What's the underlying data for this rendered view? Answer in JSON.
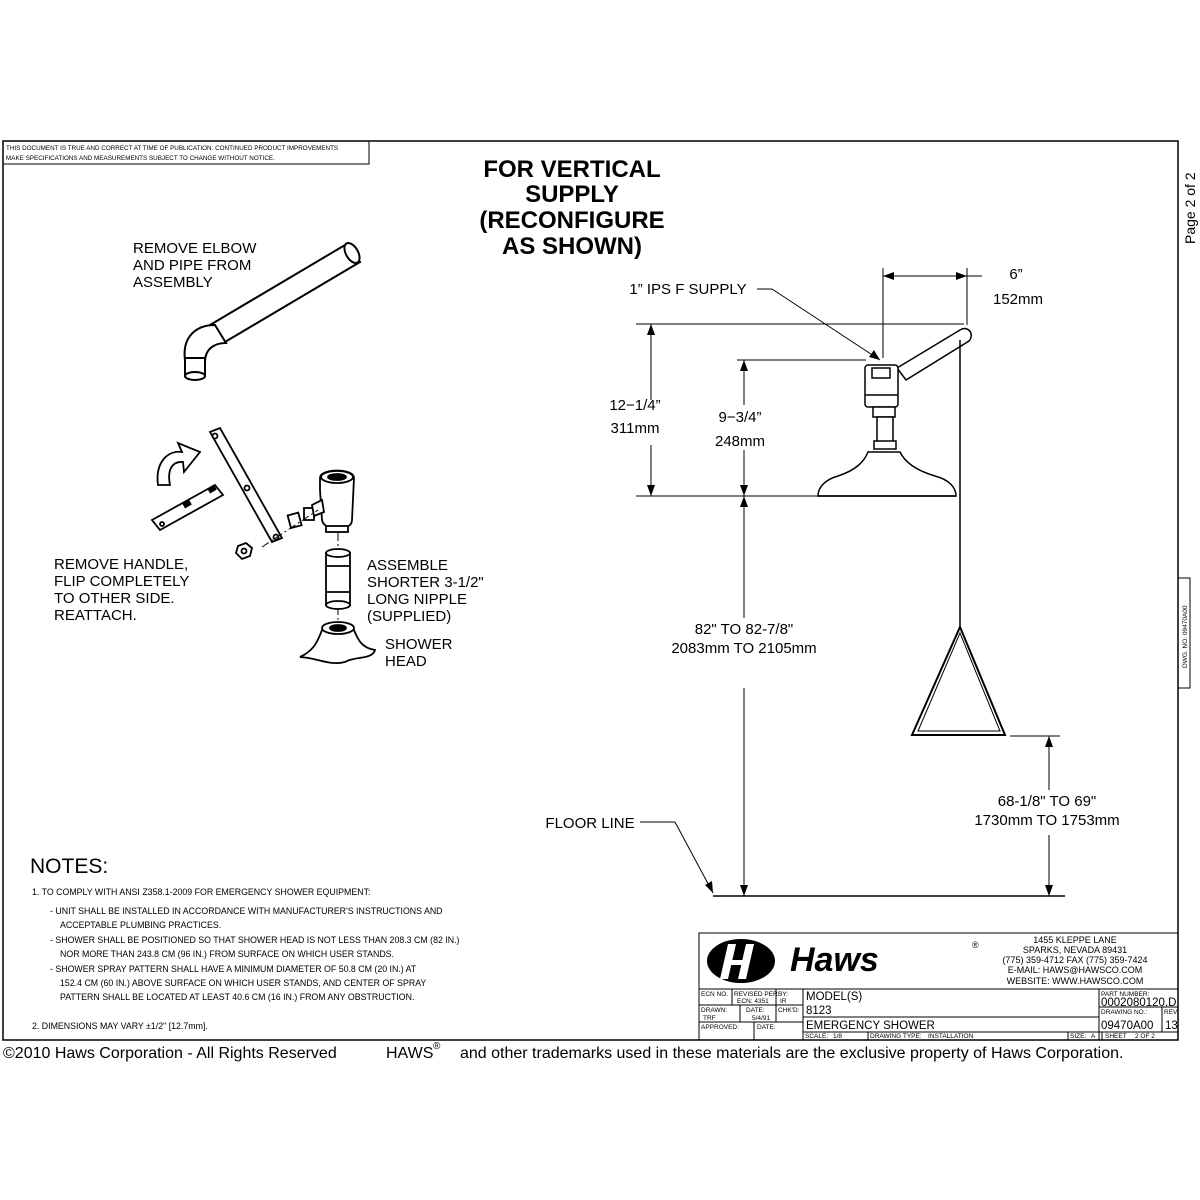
{
  "disclaimer": {
    "line1": "THIS DOCUMENT IS TRUE AND CORRECT AT TIME OF PUBLICATION. CONTINUED PRODUCT IMPROVEMENTS",
    "line2": "MAKE SPECIFICATIONS AND MEASUREMENTS SUBJECT TO CHANGE WITHOUT NOTICE."
  },
  "heading": [
    "FOR VERTICAL",
    "SUPPLY",
    "(RECONFIGURE",
    "AS SHOWN)"
  ],
  "page_label": "Page 2 of 2",
  "left_callouts": {
    "remove_elbow": [
      "REMOVE ELBOW",
      "AND PIPE FROM",
      "ASSEMBLY"
    ],
    "remove_handle": [
      "REMOVE HANDLE,",
      "FLIP COMPLETELY",
      "TO OTHER SIDE.",
      "REATTACH."
    ],
    "assemble": [
      "ASSEMBLE",
      "SHORTER 3-1/2\"",
      "LONG NIPPLE",
      "(SUPPLIED)"
    ],
    "shower_head": [
      "SHOWER",
      "HEAD"
    ]
  },
  "dimensions": {
    "supply": "1” IPS F SUPPLY",
    "offset_in": "6”",
    "offset_mm": "152mm",
    "height_a_in": "12−1/4”",
    "height_a_mm": "311mm",
    "height_b_in": "9−3/4”",
    "height_b_mm": "248mm",
    "head_height_in": "82\" TO 82-7/8\"",
    "head_height_mm": "2083mm TO 2105mm",
    "pull_height_in": "68-1/8\" TO 69\"",
    "pull_height_mm": "1730mm TO 1753mm",
    "floor_line": "FLOOR LINE"
  },
  "side_tab": "DWG. NO. 09470A00",
  "notes": {
    "title": "NOTES:",
    "lines": [
      "1. TO COMPLY WITH ANSI Z358.1-2009 FOR EMERGENCY SHOWER EQUIPMENT:",
      "- UNIT SHALL BE INSTALLED IN ACCORDANCE WITH MANUFACTURER'S INSTRUCTIONS AND",
      "ACCEPTABLE PLUMBING PRACTICES.",
      "- SHOWER SHALL BE POSITIONED SO THAT SHOWER HEAD IS NOT LESS THAN 208.3 CM (82 IN.)",
      "NOR MORE THAN 243.8 CM (96 IN.) FROM SURFACE ON WHICH USER STANDS.",
      "- SHOWER SPRAY PATTERN SHALL HAVE A MINIMUM DIAMETER OF 50.8 CM (20 IN.) AT",
      "152.4 CM (60 IN.) ABOVE SURFACE ON WHICH USER STANDS, AND CENTER OF SPRAY",
      "PATTERN SHALL BE LOCATED AT LEAST 40.6 CM (16 IN.) FROM ANY OBSTRUCTION."
    ],
    "note2": "2. DIMENSIONS MAY VARY ±1/2\" [12.7mm]."
  },
  "title_block": {
    "brand": "Haws",
    "registered": "®",
    "address": [
      "1455 KLEPPE LANE",
      "SPARKS, NEVADA 89431",
      "(775) 359-4712     FAX (775) 359-7424",
      "E-MAIL: HAWS@HAWSCO.COM",
      "WEBSITE: WWW.HAWSCO.COM"
    ],
    "ecn_no_label": "ECN NO.",
    "revised_per_label": "REVISED PER",
    "revised_per_value": "ECN: 4351",
    "by_label": "BY:",
    "by_value": "IR",
    "drawn_label": "DRAWN:",
    "drawn_value": "TRF",
    "date_label": "DATE:",
    "date_value": "5/4/91",
    "chkd_label": "CHK'D:",
    "approved_label": "APPROVED:",
    "approved_date_label": "DATE:",
    "models_label": "MODEL(S)",
    "model_value": "8123",
    "product_name": "EMERGENCY SHOWER",
    "scale_label": "SCALE:",
    "scale_value": "1/8",
    "drawing_type_label": "DRAWING TYPE:",
    "drawing_type_value": "INSTALLATION",
    "part_number_label": "PART NUMBER:",
    "part_number_value": "0002080120.D",
    "drawing_no_label": "DRAWING NO.:",
    "drawing_no_value": "09470A00",
    "rev_label": "REV.",
    "rev_value": "13",
    "size_label": "SIZE:",
    "size_value": "A",
    "sheet_label": "SHEET",
    "sheet_value": "2  OF  2"
  },
  "footer": {
    "copyright": "©2010 Haws Corporation - All Rights Reserved",
    "trademark_brand": "HAWS",
    "trademark_mark": "®",
    "trademark_rest": "and other trademarks used in these materials are the exclusive property of Haws Corporation."
  }
}
